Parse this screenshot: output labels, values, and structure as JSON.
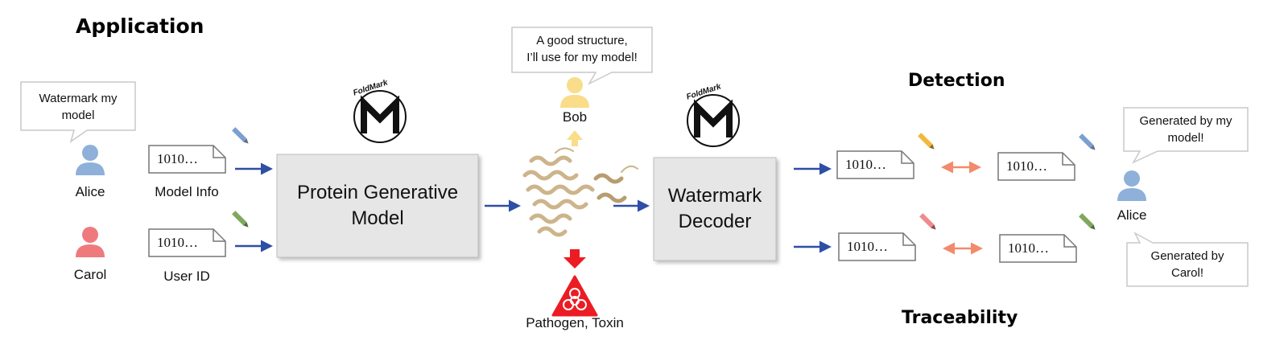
{
  "headings": {
    "application": "Application",
    "detection": "Detection",
    "traceability": "Traceability"
  },
  "users": {
    "alice_left": "Alice",
    "carol": "Carol",
    "bob": "Bob",
    "alice_right": "Alice"
  },
  "bubbles": {
    "alice_request": [
      "Watermark my",
      "model"
    ],
    "bob_comment": [
      "A good structure,",
      "I’ll use for my model!"
    ],
    "alice_detect": [
      "Generated by my",
      "model!"
    ],
    "alice_trace": [
      "Generated by",
      "Carol!"
    ]
  },
  "documents": {
    "model_info": "1010…",
    "user_id": "1010…",
    "detect_decoded": "1010…",
    "detect_reference": "1010…",
    "trace_decoded": "1010…",
    "trace_reference": "1010…"
  },
  "doc_labels": {
    "model_info": "Model Info",
    "user_id": "User ID"
  },
  "boxes": {
    "generative_model": [
      "Protein Generative",
      "Model"
    ],
    "decoder": [
      "Watermark",
      "Decoder"
    ]
  },
  "logo": {
    "text": "FoldMark"
  },
  "hazard_label": "Pathogen, Toxin",
  "colors": {
    "alice": "#8eb0d9",
    "carol": "#ef7a7e",
    "bob": "#f9dd8a",
    "arrow_blue": "#2f4ea5",
    "arrow_orange": "#f28a6b",
    "box_fill": "#e6e6e6",
    "protein": "#cdb48a",
    "hazard": "#ec1c24",
    "pencil_blue": "#7c9fd0",
    "pencil_green": "#7fa85c",
    "pencil_yellow": "#f2b83a",
    "pencil_pink": "#ef8a8e"
  }
}
